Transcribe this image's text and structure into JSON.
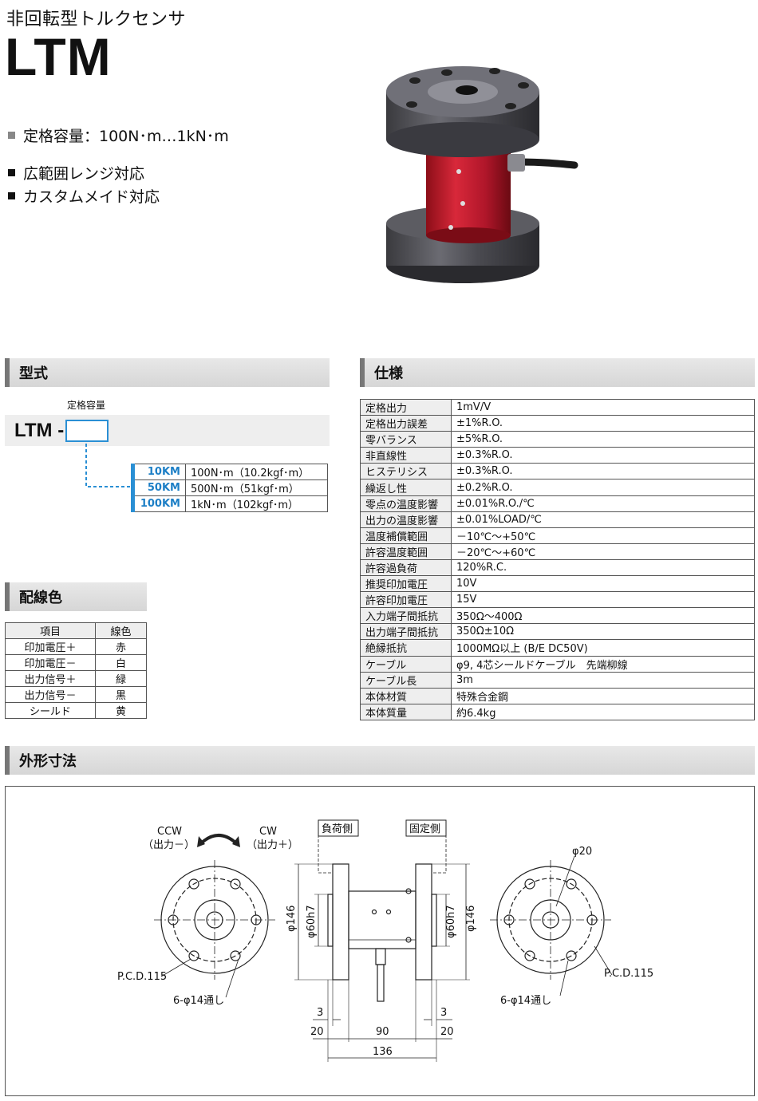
{
  "header": {
    "subtitle": "非回転型トルクセンサ",
    "model": "LTM"
  },
  "features": [
    "定格容量：100N･m…1kN･m",
    "広範囲レンジ対応",
    "カスタムメイド対応"
  ],
  "feature_bullet_colors": [
    "#888888",
    "#111111",
    "#111111"
  ],
  "sections": {
    "model": "型式",
    "spec": "仕様",
    "wiring": "配線色",
    "dimensions": "外形寸法"
  },
  "model_code": {
    "capacity_label": "定格容量",
    "prefix": "LTM -",
    "options": [
      {
        "code": "10KM",
        "value": "100N･m（10.2kgf･m）"
      },
      {
        "code": "50KM",
        "value": "500N･m（51kgf･m）"
      },
      {
        "code": "100KM",
        "value": "1kN･m（102kgf･m）"
      }
    ]
  },
  "wiring": {
    "headers": [
      "項目",
      "線色"
    ],
    "rows": [
      [
        "印加電圧＋",
        "赤"
      ],
      [
        "印加電圧－",
        "白"
      ],
      [
        "出力信号＋",
        "緑"
      ],
      [
        "出力信号－",
        "黒"
      ],
      [
        "シールド",
        "黄"
      ]
    ]
  },
  "spec": [
    [
      "定格出力",
      "1mV/V"
    ],
    [
      "定格出力誤差",
      "±1%R.O."
    ],
    [
      "零バランス",
      "±5%R.O."
    ],
    [
      "非直線性",
      "±0.3%R.O."
    ],
    [
      "ヒステリシス",
      "±0.3%R.O."
    ],
    [
      "繰返し性",
      "±0.2%R.O."
    ],
    [
      "零点の温度影響",
      "±0.01%R.O./℃"
    ],
    [
      "出力の温度影響",
      "±0.01%LOAD/℃"
    ],
    [
      "温度補償範囲",
      "－10℃～+50℃"
    ],
    [
      "許容温度範囲",
      "－20℃～+60℃"
    ],
    [
      "許容過負荷",
      "120%R.C."
    ],
    [
      "推奨印加電圧",
      "10V"
    ],
    [
      "許容印加電圧",
      "15V"
    ],
    [
      "入力端子間抵抗",
      "350Ω～400Ω"
    ],
    [
      "出力端子間抵抗",
      "350Ω±10Ω"
    ],
    [
      "絶縁抵抗",
      "1000MΩ以上 (B/E DC50V)"
    ],
    [
      "ケーブル",
      "φ9, 4芯シールドケーブル　先端柳線"
    ],
    [
      "ケーブル長",
      "3m"
    ],
    [
      "本体材質",
      "特殊合金鋼"
    ],
    [
      "本体質量",
      "約6.4kg"
    ]
  ],
  "dimensions": {
    "ccw": "CCW",
    "ccw_out": "（出力－）",
    "cw": "CW",
    "cw_out": "（出力＋）",
    "load_side": "負荷側",
    "fixed_side": "固定側",
    "phi146": "φ146",
    "phi60h7": "φ60h7",
    "phi20": "φ20",
    "pcd_left": "P.C.D.115",
    "pcd_right": "P.C.D.115",
    "holes_left": "6-φ14通し",
    "holes_right": "6-φ14通し",
    "dim_3": "3",
    "dim_20": "20",
    "dim_90": "90",
    "dim_136": "136"
  }
}
